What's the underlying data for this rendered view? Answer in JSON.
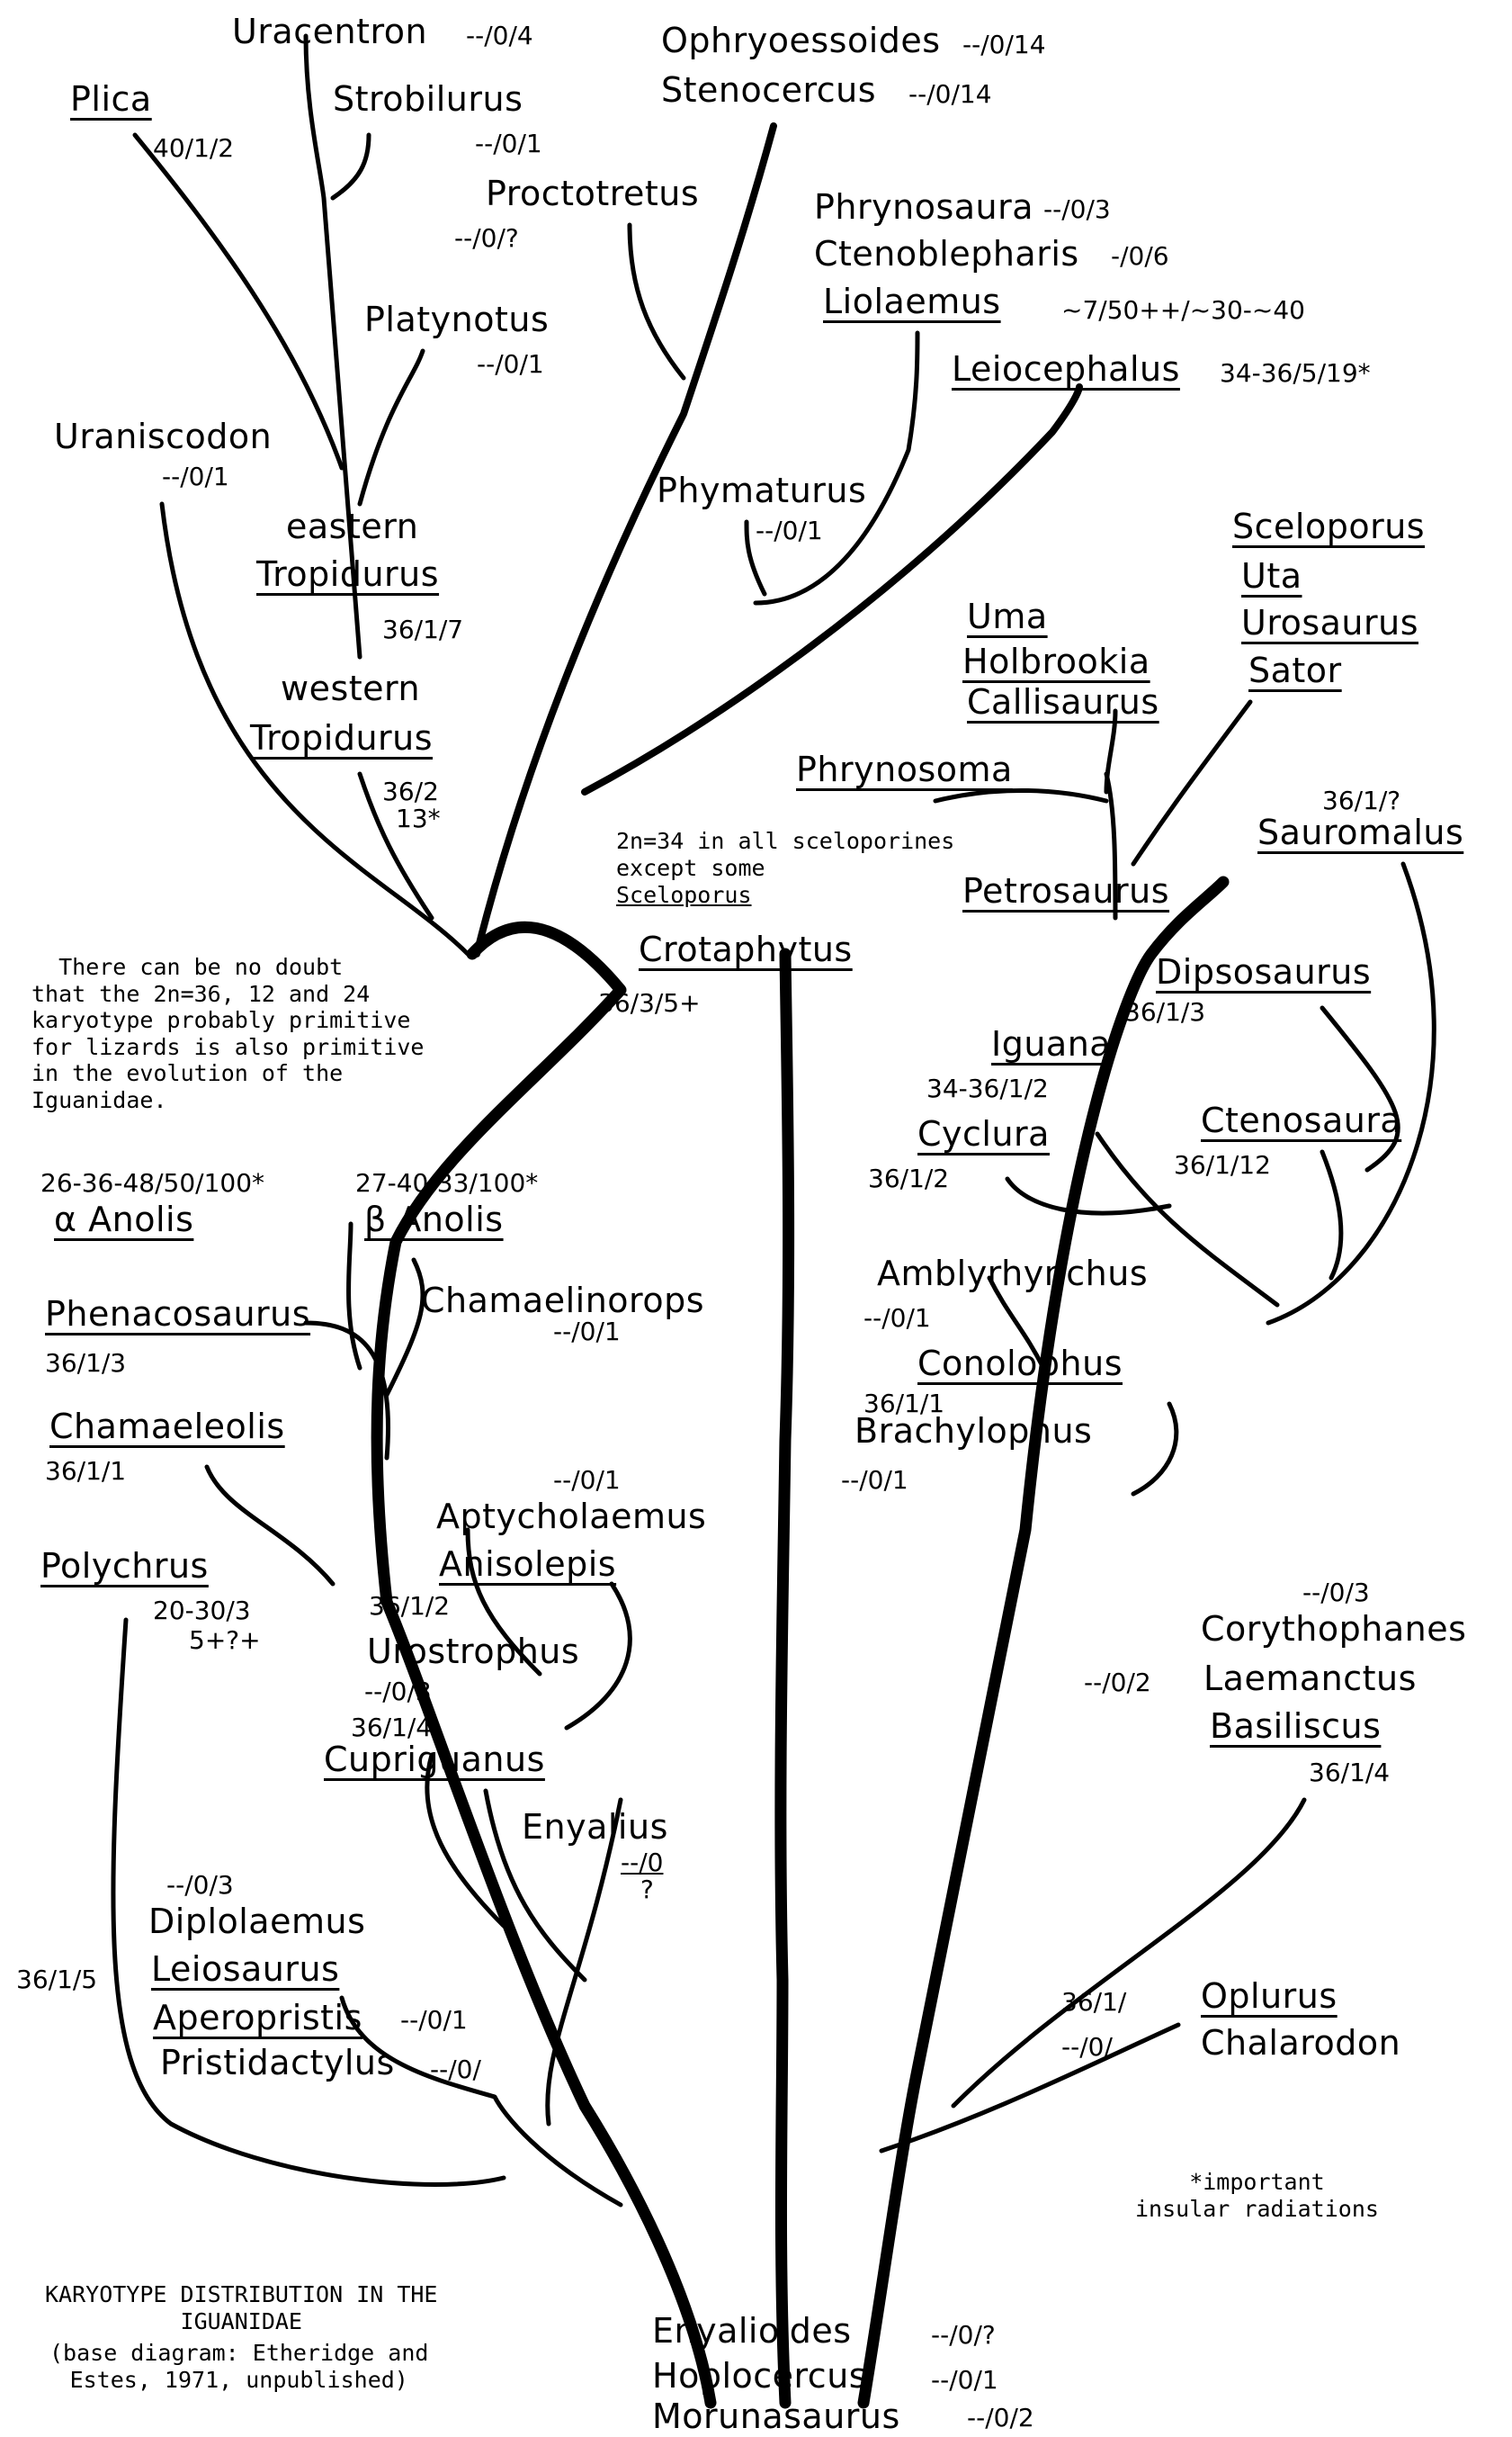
{
  "taxa": {
    "plica": "Plica",
    "plica_k": "40/1/2",
    "uracentron": "Uracentron",
    "uracentron_k": "--/0/4",
    "strobilurus": "Strobilurus",
    "strobilurus_k": "--/0/1",
    "ophryoessoides": "Ophryoessoides",
    "ophryoessoides_k": "--/0/14",
    "stenocercus": "Stenocercus",
    "stenocercus_k": "--/0/14",
    "proctotretus": "Proctotretus",
    "proctotretus_k": "--/0/?",
    "phrynosaura": "Phrynosaura",
    "phrynosaura_k": "--/0/3",
    "ctenoblepharis": "Ctenoblepharis",
    "ctenoblepharis_k": "-/0/6",
    "liolaemus": "Liolaemus",
    "liolaemus_k": "~7/50++/~30-~40",
    "platynotus": "Platynotus",
    "platynotus_k": "--/0/1",
    "leiocephalus": "Leiocephalus",
    "leiocephalus_k": "34-36/5/19*",
    "uraniscodon": "Uraniscodon",
    "uraniscodon_k": "--/0/1",
    "phymaturus": "Phymaturus",
    "phymaturus_k": "--/0/1",
    "eastern_trop_1": "eastern",
    "eastern_trop_2": "Tropidurus",
    "eastern_trop_k": "36/1/7",
    "western_trop_1": "western",
    "western_trop_2": "Tropidurus",
    "western_trop_k1": "36/2",
    "western_trop_k2": "13*",
    "sceloporus": "Sceloporus",
    "uta": "Uta",
    "urosaurus": "Urosaurus",
    "sator": "Sator",
    "uma": "Uma",
    "holbrookia": "Holbrookia",
    "callisaurus": "Callisaurus",
    "phrynosoma": "Phrynosoma",
    "sauromalus": "Sauromalus",
    "sauromalus_k": "36/1/?",
    "petrosaurus": "Petrosaurus",
    "crotaphytus": "Crotaphytus",
    "crotaphytus_k": "36/3/5+",
    "dipsosaurus": "Dipsosaurus",
    "dipsosaurus_k": "36/1/3",
    "iguana": "Iguana",
    "iguana_k": "34-36/1/2",
    "cyclura": "Cyclura",
    "cyclura_k": "36/1/2",
    "ctenosaura": "Ctenosaura",
    "ctenosaura_k": "36/1/12",
    "alpha_k": "26-36-48/50/100*",
    "alpha_anolis": "α Anolis",
    "beta_k": "27-40/33/100*",
    "beta_anolis": "β Anolis",
    "phenacosaurus": "Phenacosaurus",
    "phenacosaurus_k": "36/1/3",
    "chamaelinorops": "Chamaelinorops",
    "chamaelinorops_k": "--/0/1",
    "amblyrhynchus": "Amblyrhynchus",
    "amblyrhynchus_k": "--/0/1",
    "conolophus": "Conolophus",
    "conolophus_k": "36/1/1",
    "brachylophus": "Brachylophus",
    "brachylophus_k": "--/0/1",
    "chamaeleolis": "Chamaeleolis",
    "chamaeleolis_k": "36/1/1",
    "aptycholaemus": "Aptycholaemus",
    "aptycholaemus_k": "--/0/1",
    "anisolepis": "Anisolepis",
    "anisolepis_k": "36/1/2",
    "polychrus": "Polychrus",
    "polychrus_k1": "20-30/3",
    "polychrus_k2": "5+?+",
    "urostrophus": "Urostrophus",
    "urostrophus_k": "--/0/3",
    "cupriguanus": "Cupriguanus",
    "cupriguanus_k": "36/1/4",
    "enyalius": "Enyalius",
    "enyalius_k1": "--/0",
    "enyalius_k2": "?",
    "corythophanes_k": "--/0/3",
    "corythophanes": "Corythophanes",
    "laemanctus_k": "--/0/2",
    "laemanctus": "Laemanctus",
    "basiliscus": "Basiliscus",
    "basiliscus_k": "36/1/4",
    "diplolaemus_k": "--/0/3",
    "diplolaemus": "Diplolaemus",
    "leiosaurus": "Leiosaurus",
    "leiosaurus_k": "36/1/5",
    "aperopristis": "Aperopristis",
    "aperopristis_k": "--/0/1",
    "pristidactylus": "Pristidactylus",
    "pristidactylus_k": "--/0/",
    "oplurus": "Oplurus",
    "oplurus_k": "36/1/",
    "chalarodon": "Chalarodon",
    "chalarodon_k": "--/0/",
    "enyalioides": "Enyalioides",
    "enyalioides_k": "--/0/?",
    "hoplocercus": "Hoplocercus",
    "hoplocercus_k": "--/0/1",
    "morunasaurus": "Morunasaurus",
    "morunasaurus_k": "--/0/2"
  },
  "notes": {
    "sceloporine": "2n=34 in all sceloporines\nexcept some",
    "sceloporine_genus": "Sceloporus",
    "karyotype": "  There can be no doubt\nthat the 2n=36, 12 and 24\nkaryotype probably primitive\nfor lizards is also primitive\nin the evolution of the\nIguanidae.",
    "insular": "*important\ninsular radiations",
    "caption_title": "KARYOTYPE DISTRIBUTION IN THE\nIGUANIDAE",
    "caption_source": "(base diagram: Etheridge and\nEstes, 1971, unpublished)"
  }
}
